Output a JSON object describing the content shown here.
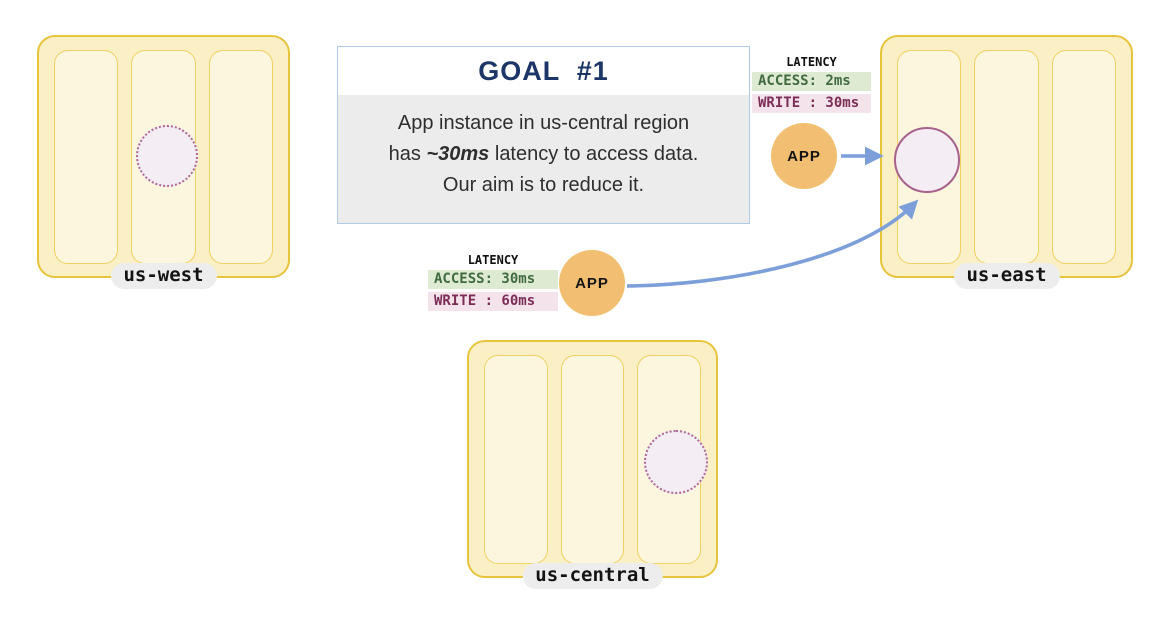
{
  "goal": {
    "title": "GOAL  #1",
    "line1": "App instance in us-central region",
    "line2_before": "has ",
    "line2_emphasis": "~30ms",
    "line2_after": " latency to access data.",
    "line3": "Our aim is to reduce it."
  },
  "regions": [
    {
      "name": "us-west"
    },
    {
      "name": "us-east"
    },
    {
      "name": "us-central"
    }
  ],
  "latency": [
    {
      "title": "LATENCY",
      "access": "ACCESS: 2ms",
      "write": "WRITE : 30ms"
    },
    {
      "title": "LATENCY",
      "access": "ACCESS: 30ms",
      "write": "WRITE : 60ms"
    }
  ],
  "apps": [
    {
      "label": "APP"
    },
    {
      "label": "APP"
    }
  ],
  "icons": {
    "database_dotted": "planned-replica-circle",
    "database_solid": "primary-data-circle",
    "arrow": "blue-arrow"
  },
  "colors": {
    "region_fill": "#FAEFC5",
    "region_border": "#E8C43C",
    "zone_fill": "#FCF6DF",
    "zone_border": "#F0D161",
    "db_fill": "#F4EDF3",
    "db_border": "#A8618C",
    "db_dotted": "#AF6795",
    "app_fill": "#F2BE71",
    "arrow": "#7C9FD9",
    "goal_border": "#AECBE8",
    "goal_title": "#1C3667",
    "goal_body_bg": "#ECECEC",
    "access_bg": "#DFEAD2",
    "access_text": "#3F6B3F",
    "write_bg": "#F5E3EC",
    "write_text": "#7C2D56",
    "pill_bg": "#EDEDED"
  }
}
